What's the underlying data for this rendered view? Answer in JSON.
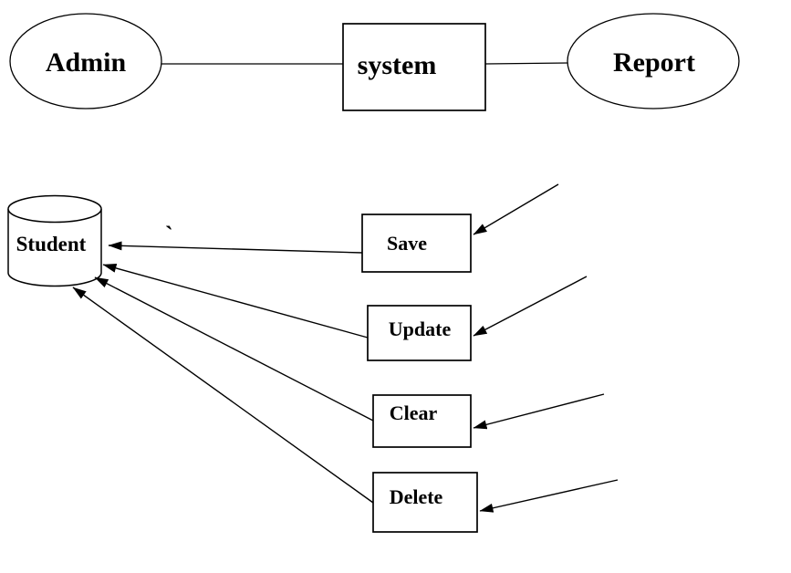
{
  "colors": {
    "background": "#ffffff",
    "stroke": "#000000",
    "text": "#000000"
  },
  "top_flow": {
    "admin": {
      "label": "Admin",
      "shape": "ellipse"
    },
    "system": {
      "label": "system",
      "shape": "rectangle"
    },
    "report": {
      "label": "Report",
      "shape": "ellipse"
    }
  },
  "datastore": {
    "label": "Student",
    "shape": "cylinder"
  },
  "actions": [
    {
      "label": "Save"
    },
    {
      "label": "Update"
    },
    {
      "label": "Clear"
    },
    {
      "label": "Delete"
    }
  ],
  "stray_mark": "`"
}
